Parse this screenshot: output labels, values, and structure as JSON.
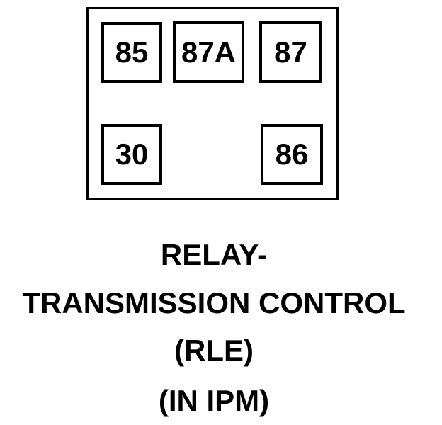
{
  "relay": {
    "pins": [
      {
        "id": "85",
        "label": "85",
        "row": "top"
      },
      {
        "id": "87A",
        "label": "87A",
        "row": "top"
      },
      {
        "id": "87",
        "label": "87",
        "row": "top"
      },
      {
        "id": "30",
        "label": "30",
        "row": "bottom"
      },
      {
        "id": "86",
        "label": "86",
        "row": "bottom"
      }
    ],
    "caption_lines": [
      "RELAY-",
      "TRANSMISSION CONTROL",
      "(RLE)",
      "(IN IPM)"
    ],
    "colors": {
      "stroke": "#000000",
      "text": "#000000",
      "background": "#ffffff"
    }
  }
}
